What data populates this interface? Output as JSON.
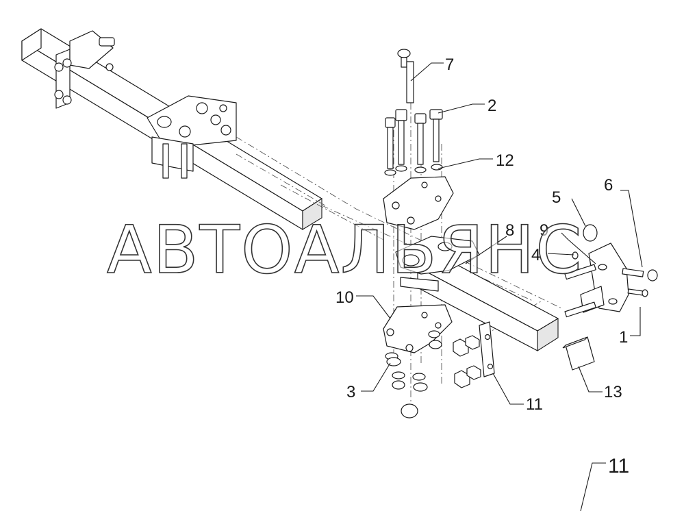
{
  "watermark": "АВТОАЛЬЯНС",
  "callouts": [
    {
      "id": "c1",
      "text": "1"
    },
    {
      "id": "c2",
      "text": "2"
    },
    {
      "id": "c3",
      "text": "3"
    },
    {
      "id": "c4",
      "text": "4"
    },
    {
      "id": "c5",
      "text": "5"
    },
    {
      "id": "c6",
      "text": "6"
    },
    {
      "id": "c7",
      "text": "7"
    },
    {
      "id": "c8",
      "text": "8"
    },
    {
      "id": "c9",
      "text": "9"
    },
    {
      "id": "c10",
      "text": "10"
    },
    {
      "id": "c11",
      "text": "11"
    },
    {
      "id": "c12",
      "text": "12"
    },
    {
      "id": "c13",
      "text": "13"
    }
  ],
  "page_label": "11"
}
